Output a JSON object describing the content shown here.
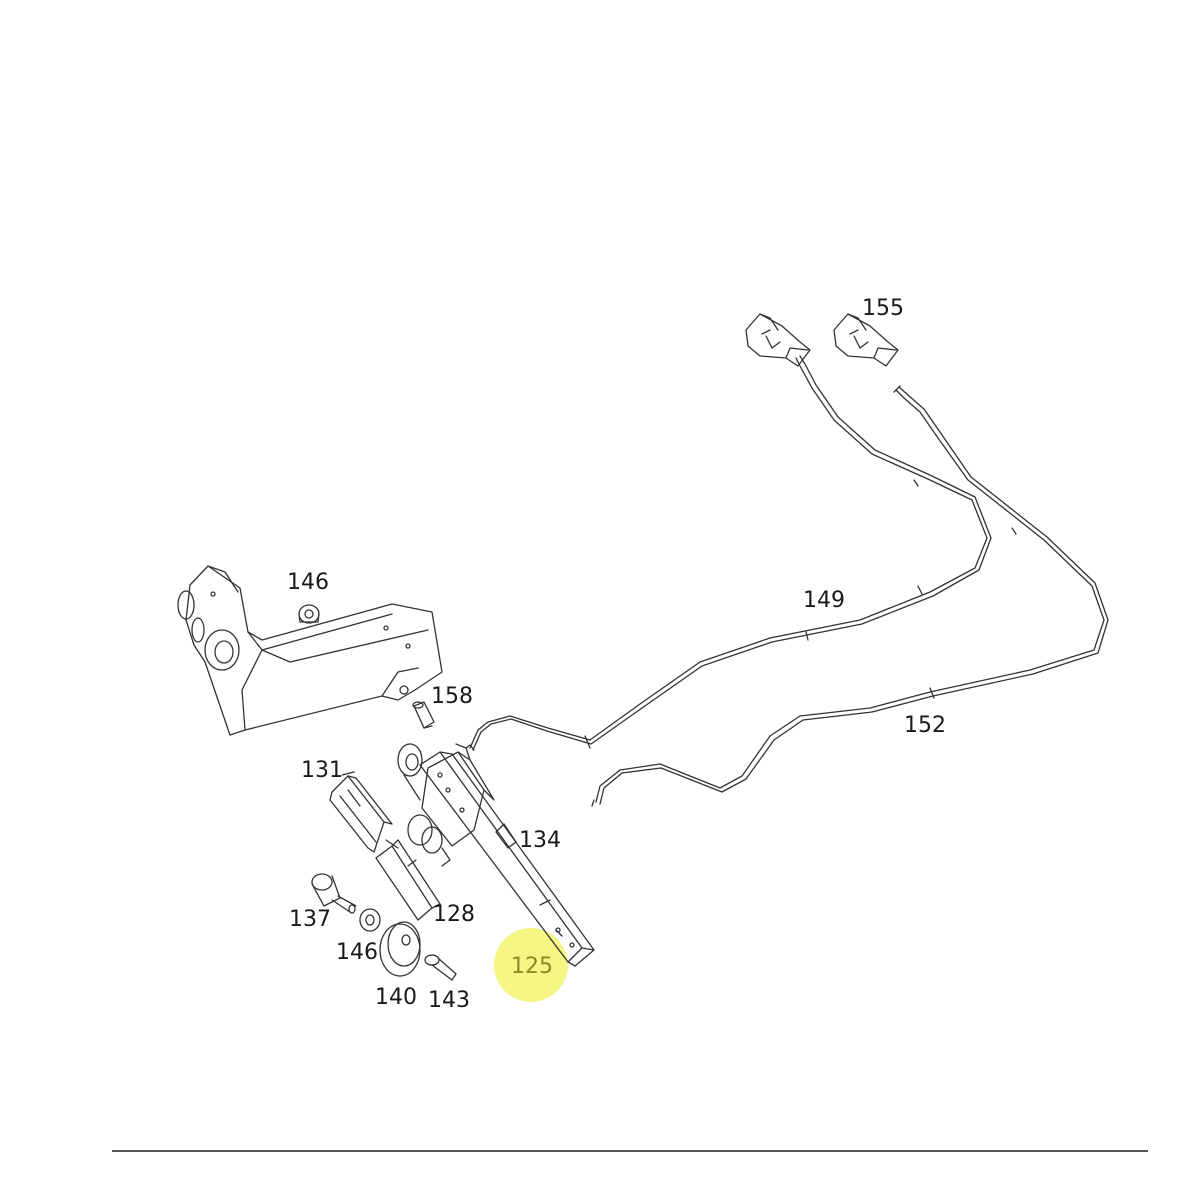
{
  "parts": {
    "p155": "155",
    "p146a": "146",
    "p149": "149",
    "p158": "158",
    "p152": "152",
    "p131": "131",
    "p134": "134",
    "p137": "137",
    "p128": "128",
    "p146b": "146",
    "p125": "125",
    "p140": "140",
    "p143": "143"
  },
  "highlighted_part": "125",
  "colors": {
    "line": "#333333",
    "highlight": "#f4f570",
    "highlight_text": "#8a8a22",
    "rule": "#555555"
  }
}
